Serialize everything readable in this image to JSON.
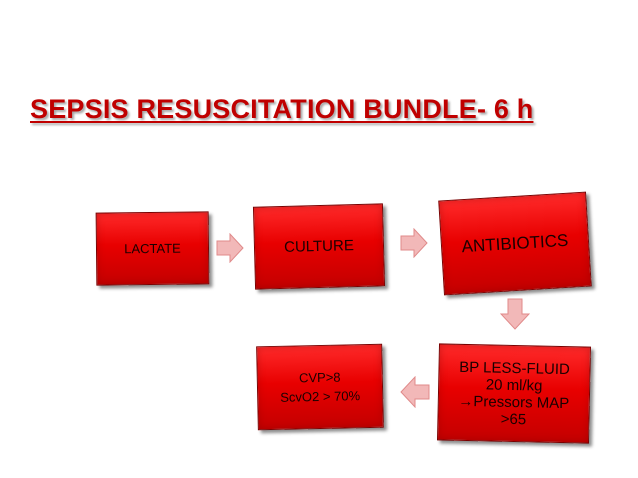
{
  "title": "SEPSIS RESUSCITATION BUNDLE- 6 h",
  "boxes": {
    "lactate": "LACTATE",
    "culture": "CULTURE",
    "antibiotics": "ANTIBIOTICS",
    "bp": "BP LESS-FLUID\n20 ml/kg\n→Pressors MAP\n>65",
    "cvp": "CVP>8\nScvO2 > 70%"
  },
  "colors": {
    "title": "#c00000",
    "box_fill": "#e80000",
    "arrow_fill": "#f2b8b8"
  },
  "icons": {
    "arrow_right": "arrow-right-icon",
    "arrow_down": "arrow-down-icon",
    "arrow_left": "arrow-left-icon"
  }
}
